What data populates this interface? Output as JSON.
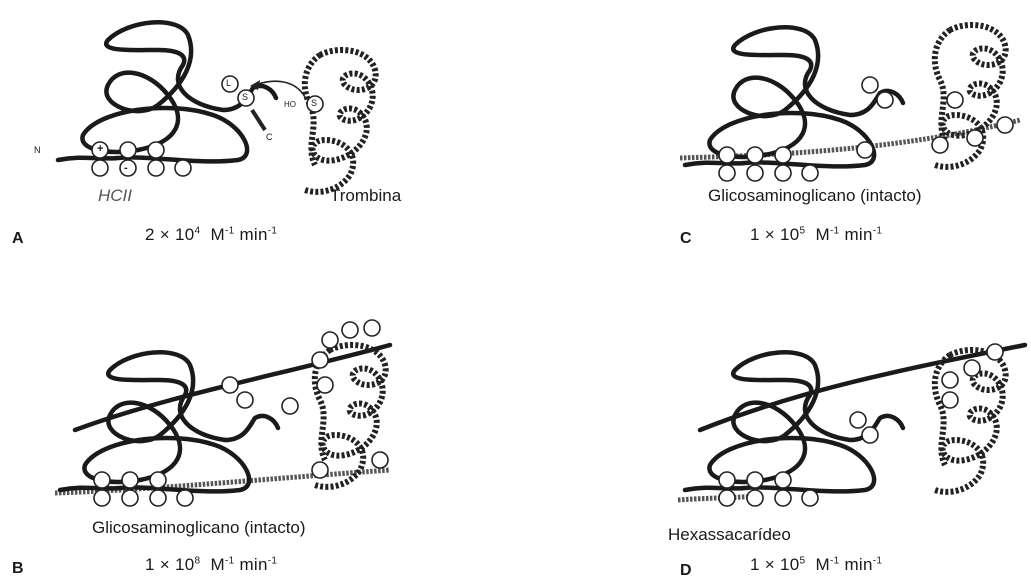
{
  "panels": {
    "a": {
      "letter": "A",
      "label_hcii": "HCII",
      "label_thrombin": "Trombina",
      "rate_coef": "2 × 10",
      "rate_exp": "4",
      "rate_unit": "M",
      "rate_unit_exp": "-1",
      "rate_time": "min",
      "rate_time_exp": "-1"
    },
    "b": {
      "letter": "B",
      "caption": "Glicosaminoglicano (intacto)",
      "rate_coef": "1 × 10",
      "rate_exp": "8",
      "rate_unit": "M",
      "rate_unit_exp": "-1",
      "rate_time": "min",
      "rate_time_exp": "-1"
    },
    "c": {
      "letter": "C",
      "caption": "Glicosaminoglicano (intacto)",
      "rate_coef": "1 × 10",
      "rate_exp": "5",
      "rate_unit": "M",
      "rate_unit_exp": "-1",
      "rate_time": "min",
      "rate_time_exp": "-1"
    },
    "d": {
      "letter": "D",
      "caption": "Hexassacarídeo",
      "rate_coef": "1 × 10",
      "rate_exp": "5",
      "rate_unit": "M",
      "rate_unit_exp": "-1",
      "rate_time": "min",
      "rate_time_exp": "-1"
    }
  },
  "molecule_labels": {
    "n_terminus": "N",
    "c_terminus": "C",
    "leucine": "L",
    "serine_reactive": "S",
    "serine_thrombin": "S",
    "hydroxyl": "HO",
    "positive": "+",
    "negative": "-"
  }
}
